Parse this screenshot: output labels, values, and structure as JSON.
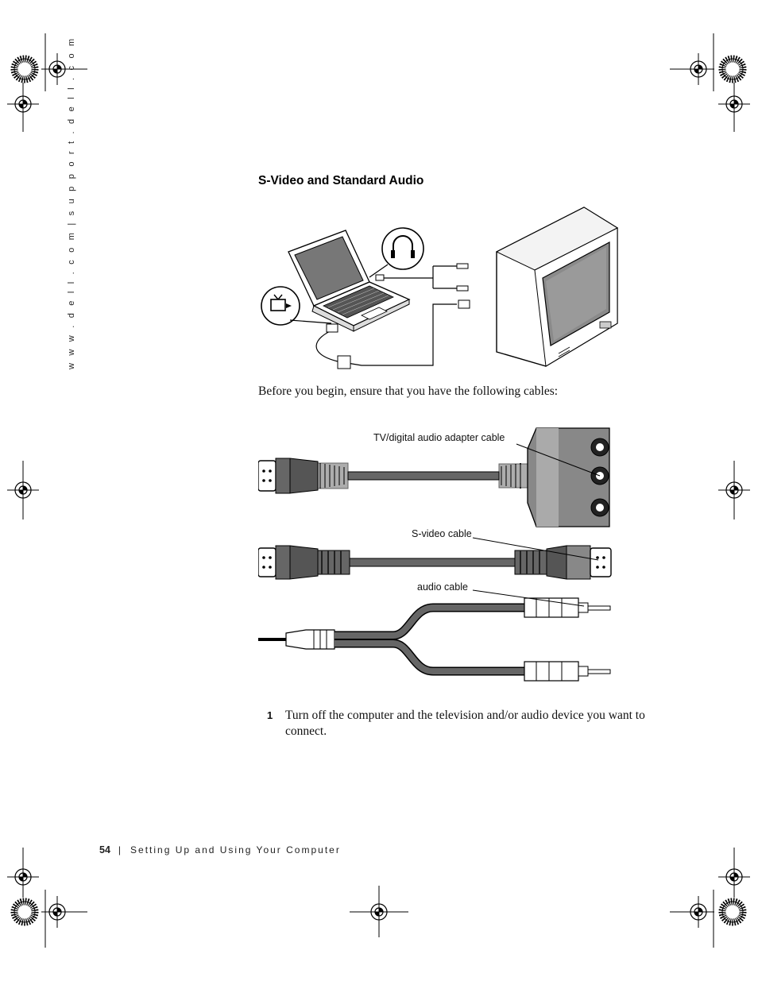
{
  "sidebar": {
    "url": "w w w . d e l l . c o m   |   s u p p o r t . d e l l . c o m"
  },
  "section": {
    "title": "S-Video and Standard Audio"
  },
  "intro": {
    "text": "Before you begin, ensure that you have the following cables:"
  },
  "cables": {
    "tv_adapter": "TV/digital audio adapter cable",
    "svideo": "S-video cable",
    "audio": "audio cable"
  },
  "steps": [
    {
      "number": "1",
      "text": "Turn off the computer and the television and/or audio device you want to connect."
    }
  ],
  "footer": {
    "page": "54",
    "separator": "|",
    "chapter": "Setting Up and Using Your Computer"
  },
  "icons": [
    "registration-mark-icon",
    "headphone-icon",
    "tv-out-icon"
  ]
}
